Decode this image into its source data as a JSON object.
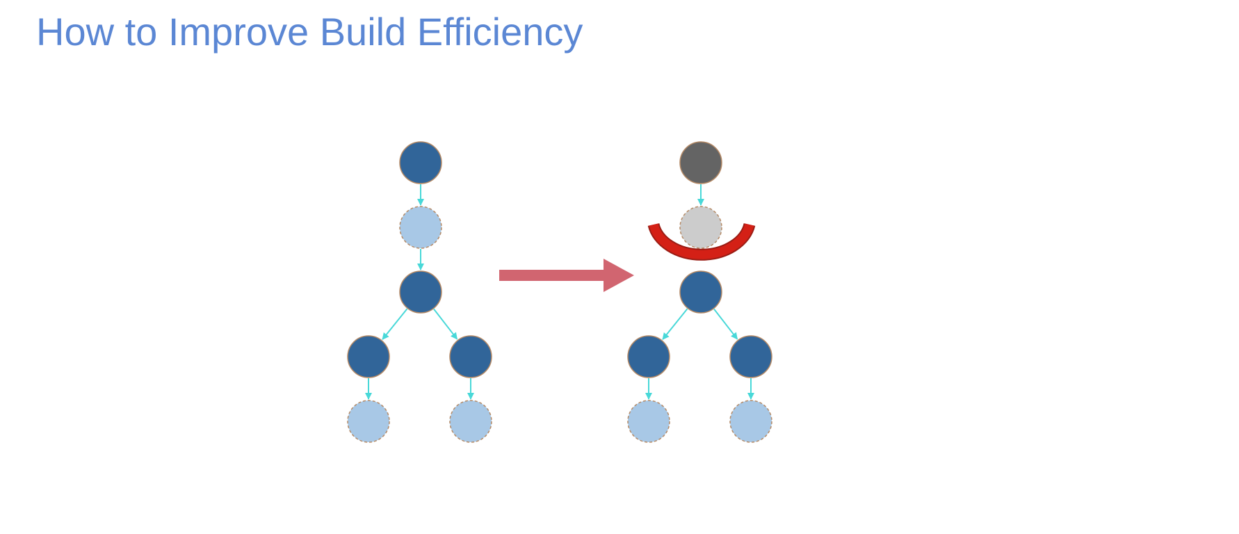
{
  "slide": {
    "title": "How to Improve Build Efficiency",
    "title_color": "#5b87d4"
  },
  "colors": {
    "built_node": "#316599",
    "cached_node": "#a8c8e6",
    "skipped_node": "#646464",
    "skipped_cached_node": "#cccccc",
    "node_outline": "#b58a66",
    "edge": "#48d8d8",
    "transition_arrow": "#d16570",
    "cut_marker": "#d42016",
    "cut_marker_outline": "#9a1c14"
  },
  "diagram": {
    "before_graph": {
      "name": "build-graph-before",
      "nodes": [
        {
          "id": "root",
          "state": "built"
        },
        {
          "id": "dep",
          "state": "cached"
        },
        {
          "id": "mid",
          "state": "built"
        },
        {
          "id": "left",
          "state": "built"
        },
        {
          "id": "right",
          "state": "built"
        },
        {
          "id": "left-leaf",
          "state": "cached"
        },
        {
          "id": "right-leaf",
          "state": "cached"
        }
      ],
      "edges": [
        [
          "root",
          "dep"
        ],
        [
          "dep",
          "mid"
        ],
        [
          "mid",
          "left"
        ],
        [
          "mid",
          "right"
        ],
        [
          "left",
          "left-leaf"
        ],
        [
          "right",
          "right-leaf"
        ]
      ]
    },
    "transition_arrow": "right-arrow-icon",
    "after_graph": {
      "name": "build-graph-after",
      "nodes": [
        {
          "id": "root",
          "state": "skipped"
        },
        {
          "id": "dep",
          "state": "skipped_cached"
        },
        {
          "id": "mid",
          "state": "built"
        },
        {
          "id": "left",
          "state": "built"
        },
        {
          "id": "right",
          "state": "built"
        },
        {
          "id": "left-leaf",
          "state": "cached"
        },
        {
          "id": "right-leaf",
          "state": "cached"
        }
      ],
      "edges": [
        [
          "root",
          "dep"
        ],
        [
          "mid",
          "left"
        ],
        [
          "mid",
          "right"
        ],
        [
          "left",
          "left-leaf"
        ],
        [
          "right",
          "right-leaf"
        ]
      ],
      "cut_marker": "cut-arc-icon"
    }
  }
}
